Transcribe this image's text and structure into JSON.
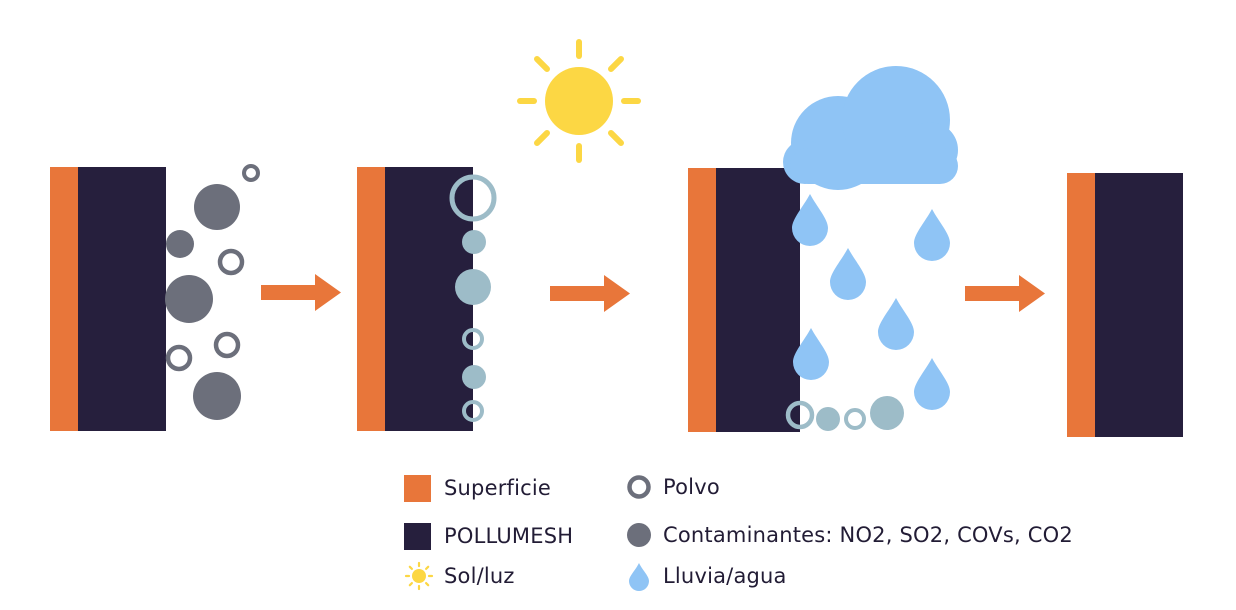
{
  "colors": {
    "surface": "#e8763a",
    "pollumesh": "#261f3d",
    "pollutant": "#6c6f7b",
    "dust_ring": "#6c6f7b",
    "captured": "#9dbcc8",
    "arrow": "#e8763a",
    "sun": "#fcd744",
    "cloud": "#8fc4f5",
    "rain": "#8fc4f5"
  },
  "legend": {
    "surface": "Superficie",
    "pollumesh": "POLLUMESH",
    "sun": "Sol/luz",
    "dust": "Polvo",
    "pollutants": "Contaminantes: NO2, SO2, COVs, CO2",
    "rain": "Lluvia/agua"
  },
  "icons": {
    "surface": "orange-square-icon",
    "pollumesh": "dark-square-icon",
    "sun": "sun-icon",
    "dust": "ring-icon",
    "pollutants": "dot-icon",
    "rain": "raindrop-icon"
  }
}
